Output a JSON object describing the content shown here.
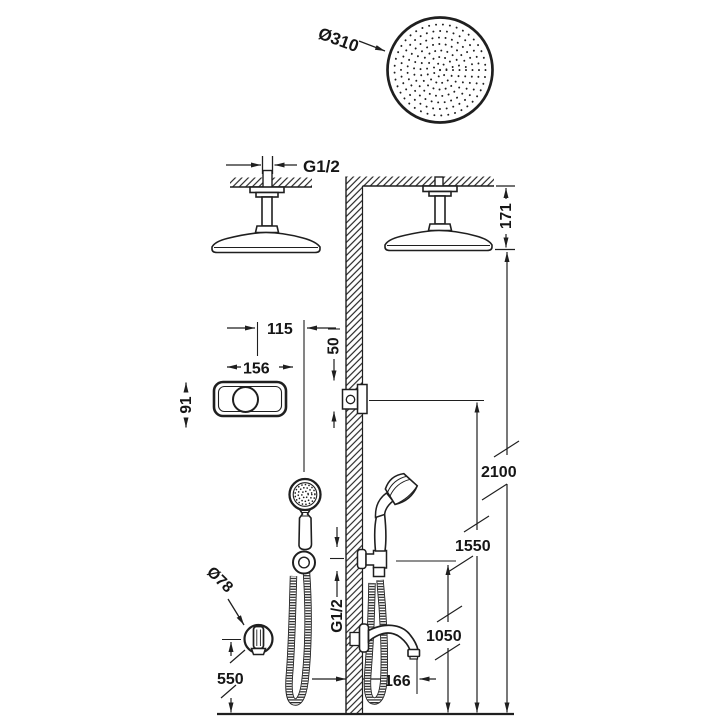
{
  "colors": {
    "ink": "#1f1f1f",
    "background": "#ffffff"
  },
  "dims": {
    "rain_head_diameter": "Ø310",
    "ceiling_thread": "G1/2",
    "rain_head_drop": "171",
    "rain_head_height": "2100",
    "panel_center_offset": "115",
    "panel_width": "156",
    "panel_height": "91",
    "outlet_offset": "50",
    "outlet_height": "1550",
    "hand_shower_height": "1050",
    "hand_shower_thread": "G1/2",
    "valve_diameter": "Ø78",
    "valve_height": "550",
    "spout_reach": "166"
  }
}
